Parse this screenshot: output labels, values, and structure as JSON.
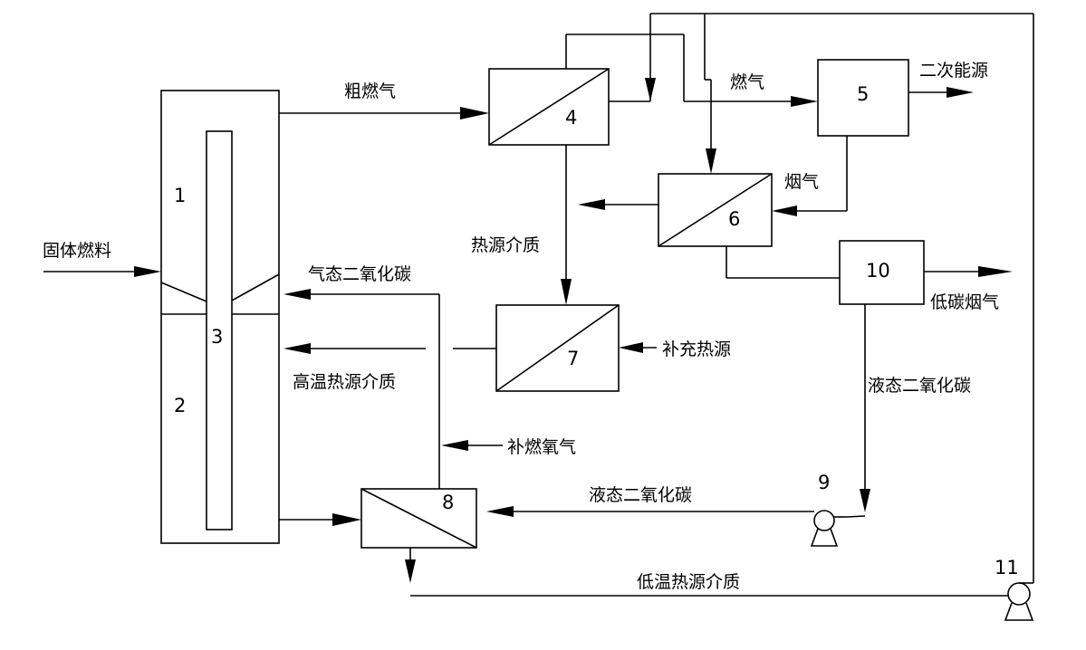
{
  "labels": {
    "solid_fuel": "固体燃料",
    "crude_gas": "粗燃气",
    "fuel_gas": "燃气",
    "secondary_energy": "二次能源",
    "flue_gas": "烟气",
    "heat_medium": "热源介质",
    "gaseous_co2": "气态二氧化碳",
    "high_temp_medium": "高温热源介质",
    "supplemental_heat": "补充热源",
    "supplemental_oxygen": "补燃氧气",
    "low_carbon_flue_gas": "低碳烟气",
    "liquid_co2_vertical": "液态二氧化碳",
    "liquid_co2_bottom": "液态二氧化碳",
    "low_temp_medium": "低温热源介质"
  },
  "numbers": {
    "n1": "1",
    "n2": "2",
    "n3": "3",
    "n4": "4",
    "n5": "5",
    "n6": "6",
    "n7": "7",
    "n8": "8",
    "n9": "9",
    "n10": "10",
    "n11": "11"
  }
}
